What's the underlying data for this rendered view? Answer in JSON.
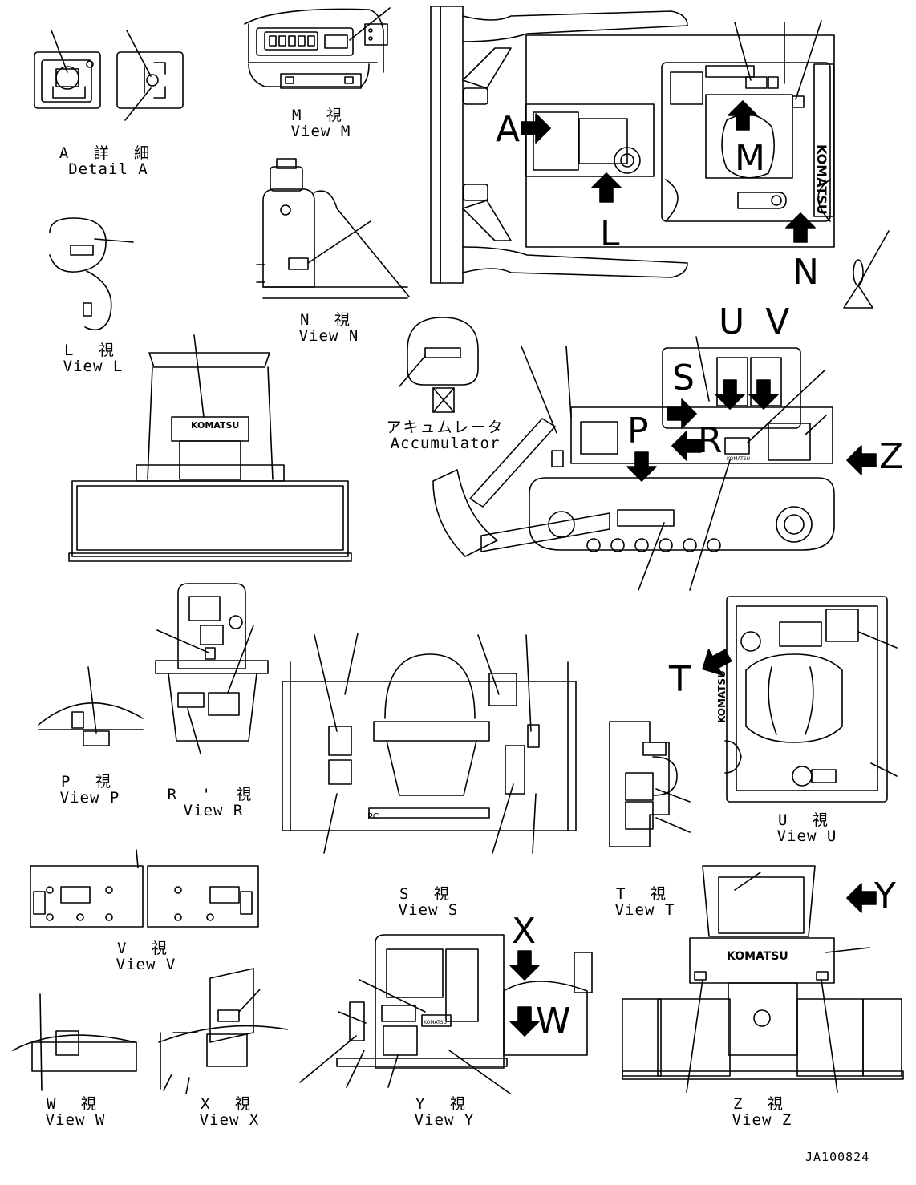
{
  "colors": {
    "ink": "#000000",
    "paper": "#ffffff"
  },
  "brand": {
    "logo_text": "KOMATSU"
  },
  "captions": {
    "detail_a": {
      "jp": "A 詳 細",
      "en": "Detail A"
    },
    "view_m": {
      "jp": "M 視",
      "en": "View M"
    },
    "view_n": {
      "jp": "N 視",
      "en": "View N"
    },
    "view_l": {
      "jp": "L 視",
      "en": "View L"
    },
    "accumulator": {
      "jp": "アキュムレータ",
      "en": "Accumulator"
    },
    "view_p": {
      "jp": "P 視",
      "en": "View P"
    },
    "view_r": {
      "jp": "R ' 視",
      "en": "View R"
    },
    "view_s": {
      "jp": "S 視",
      "en": "View S"
    },
    "view_t": {
      "jp": "T 視",
      "en": "View T"
    },
    "view_u": {
      "jp": "U 視",
      "en": "View U"
    },
    "view_v": {
      "jp": "V 視",
      "en": "View V"
    },
    "view_w": {
      "jp": "W 視",
      "en": "View W"
    },
    "view_x": {
      "jp": "X 視",
      "en": "View X"
    },
    "view_y": {
      "jp": "Y 視",
      "en": "View Y"
    },
    "view_z": {
      "jp": "Z 視",
      "en": "View Z"
    }
  },
  "arrow_letters": {
    "a": "A",
    "m": "M",
    "l": "L",
    "n": "N",
    "uv": "U V",
    "s": "S",
    "p": "P",
    "r": "R",
    "z": "Z",
    "t": "T",
    "x": "X",
    "w": "W",
    "y": "Y"
  },
  "small_labels": {
    "pc": "PC"
  },
  "document_id": "JA100824"
}
